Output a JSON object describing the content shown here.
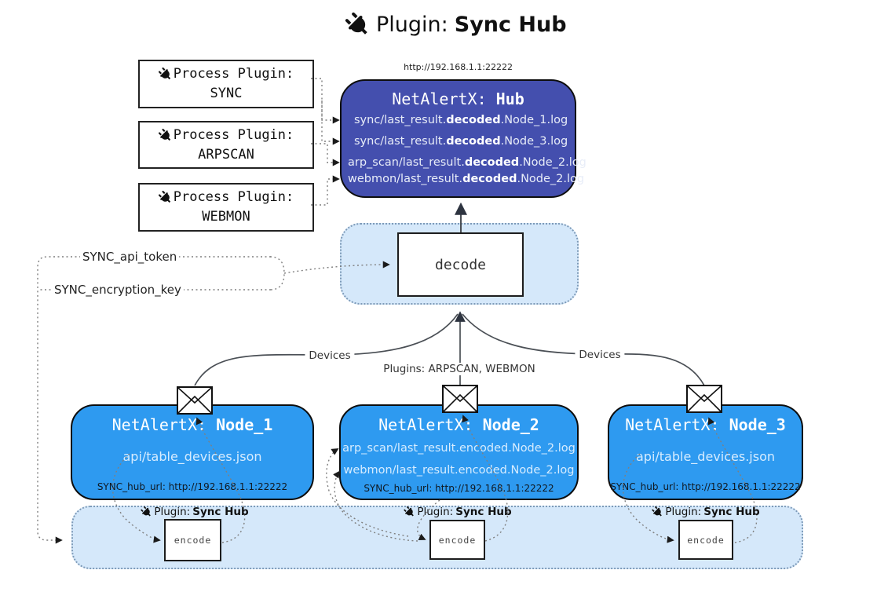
{
  "title": {
    "prefix": "Plugin: ",
    "name": "Sync Hub"
  },
  "hub": {
    "url": "http://192.168.1.1:22222",
    "title_prefix": "NetAlertX: ",
    "title_name": "Hub",
    "logs": [
      {
        "pre": "sync/last_result.",
        "bold": "decoded",
        "post": ".Node_1.log"
      },
      {
        "pre": "sync/last_result.",
        "bold": "decoded",
        "post": ".Node_3.log"
      },
      {
        "pre": "arp_scan/last_result.",
        "bold": "decoded",
        "post": ".Node_2.log"
      },
      {
        "pre": "webmon/last_result.",
        "bold": "decoded",
        "post": ".Node_2.log"
      }
    ]
  },
  "process_plugins": [
    {
      "label": "Process Plugin:",
      "name": "SYNC"
    },
    {
      "label": "Process Plugin:",
      "name": "ARPSCAN"
    },
    {
      "label": "Process Plugin:",
      "name": "WEBMON"
    }
  ],
  "decode_box": {
    "label": "decode"
  },
  "settings": {
    "api_token": "SYNC_api_token",
    "encryption_key": "SYNC_encryption_key"
  },
  "edges": {
    "devices_left": "Devices",
    "plugins_middle": "Plugins: ARPSCAN, WEBMON",
    "devices_right": "Devices"
  },
  "nodes": [
    {
      "title_prefix": "NetAlertX: ",
      "title_name": "Node_1",
      "files": [
        "api/table_devices.json"
      ],
      "hub_url": "SYNC_hub_url: http://192.168.1.1:22222"
    },
    {
      "title_prefix": "NetAlertX: ",
      "title_name": "Node_2",
      "files": [
        "arp_scan/last_result.encoded.Node_2.log",
        "webmon/last_result.encoded.Node_2.log"
      ],
      "hub_url": "SYNC_hub_url: http://192.168.1.1:22222"
    },
    {
      "title_prefix": "NetAlertX: ",
      "title_name": "Node_3",
      "files": [
        "api/table_devices.json"
      ],
      "hub_url": "SYNC_hub_url: http://192.168.1.1:22222"
    }
  ],
  "encoders": [
    {
      "plugin_prefix": "Plugin: ",
      "plugin_name": "Sync Hub",
      "box_label": "encode"
    },
    {
      "plugin_prefix": "Plugin: ",
      "plugin_name": "Sync Hub",
      "box_label": "encode"
    },
    {
      "plugin_prefix": "Plugin: ",
      "plugin_name": "Sync Hub",
      "box_label": "encode"
    }
  ],
  "colors": {
    "hub": "#444fae",
    "node": "#2e9af0",
    "panel": "#d5e8fa",
    "panel_border": "#7d9ab8"
  }
}
